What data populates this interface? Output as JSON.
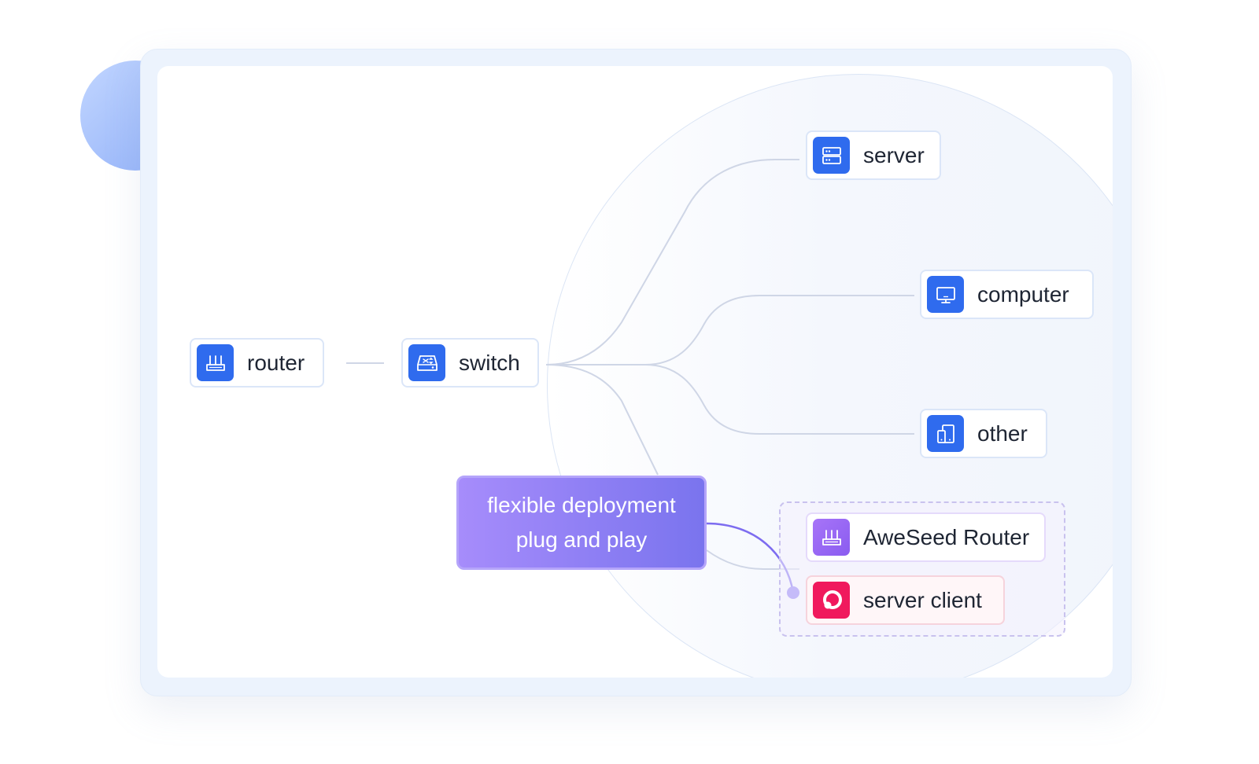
{
  "nodes": {
    "router": {
      "label": "router",
      "icon": "router-icon"
    },
    "switch": {
      "label": "switch",
      "icon": "switch-icon"
    },
    "server": {
      "label": "server",
      "icon": "server-icon"
    },
    "computer": {
      "label": "computer",
      "icon": "monitor-icon"
    },
    "other": {
      "label": "other",
      "icon": "devices-icon"
    },
    "aweseed_router": {
      "label": "AweSeed Router",
      "icon": "router-icon"
    },
    "server_client": {
      "label": "server client",
      "icon": "client-logo-icon"
    }
  },
  "callout": {
    "line1": "flexible deployment",
    "line2": "plug and play"
  },
  "colors": {
    "node_icon_blue": "#2f6bee",
    "node_icon_purple": "#9466f4",
    "node_icon_pink": "#f0195d",
    "callout_gradient_start": "#a68cfb",
    "callout_gradient_end": "#7a74ee",
    "link_gray": "#cfd6e6",
    "link_purple": "#7d6cf0"
  }
}
